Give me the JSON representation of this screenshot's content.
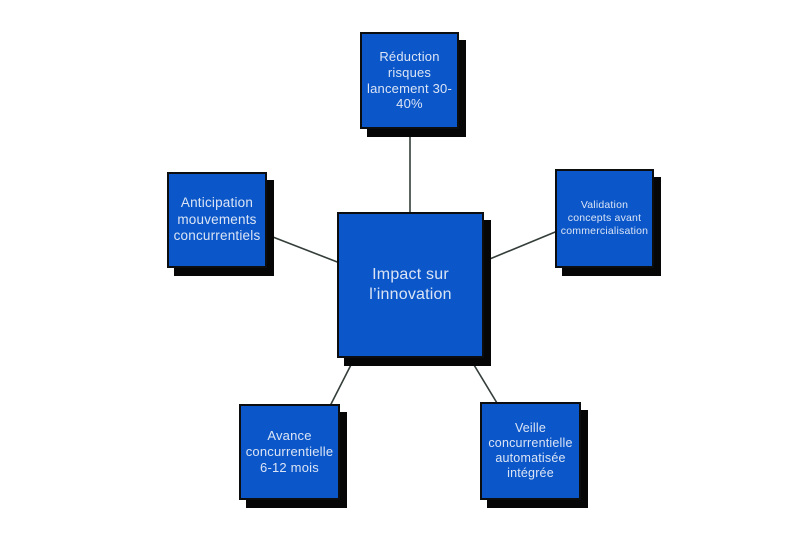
{
  "diagram": {
    "center_node": {
      "label": "Impact sur\nl’innovation"
    },
    "nodes": [
      {
        "id": "reduction-risques",
        "position": "top",
        "label": "Réduction\nrisques\nlancement 30-\n40%"
      },
      {
        "id": "anticipation-mouvements",
        "position": "left",
        "label": "Anticipation\nmouvements\nconcurrentiels"
      },
      {
        "id": "validation-concepts",
        "position": "right",
        "label": "Validation\nconcepts avant\ncommercialisation"
      },
      {
        "id": "avance-concurrentielle",
        "position": "bottom-left",
        "label": "Avance\nconcurrentielle\n6-12 mois"
      },
      {
        "id": "veille-concurrentielle",
        "position": "bottom-right",
        "label": "Veille\nconcurrentielle\nautomatisée\nintégrée"
      }
    ],
    "colors": {
      "background": "#ffffff",
      "node_fill": "#0b57c9",
      "node_border": "#0b0d0e",
      "node_shadow": "#060606",
      "connector": "#343e39",
      "text": "#dbe4f5"
    }
  }
}
